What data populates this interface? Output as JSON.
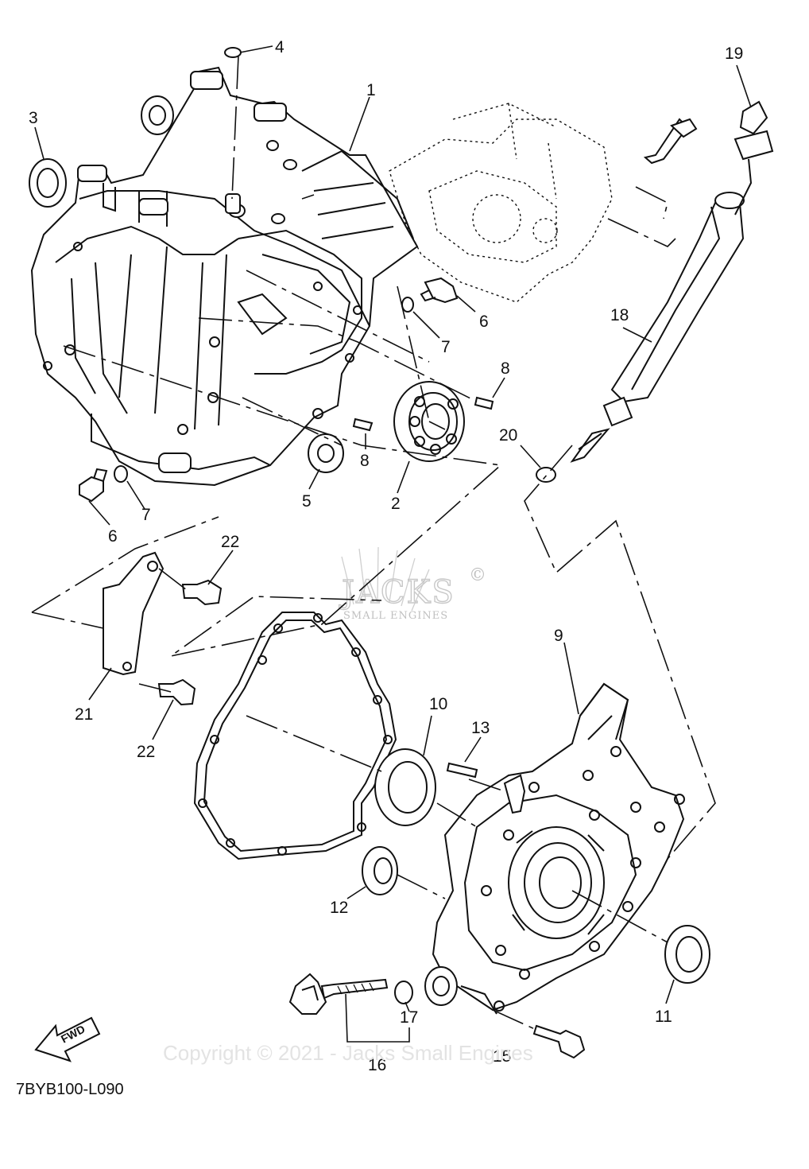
{
  "diagram": {
    "code": "7BYB100-L090",
    "copyright": "Copyright © 2021 - Jacks Small Engines",
    "watermark": {
      "brand": "JACKS",
      "sub": "SMALL ENGINES",
      "mark": "©"
    },
    "fwd": "FWD",
    "callouts": [
      "1",
      "2",
      "3",
      "4",
      "5",
      "6",
      "6",
      "7",
      "7",
      "8",
      "8",
      "9",
      "10",
      "11",
      "12",
      "13",
      "15",
      "16",
      "17",
      "18",
      "19",
      "20",
      "21",
      "22",
      "22"
    ],
    "parts": [
      "crankcase",
      "crankshaft-bearing",
      "oil-seal",
      "collar",
      "bearing",
      "bolt",
      "washer",
      "dowel-pin",
      "crankcase-cover",
      "oil-seal",
      "oil-seal",
      "bearing",
      "pin",
      "bolt",
      "dipstick",
      "o-ring",
      "oil-filler-tube",
      "dipstick-cap",
      "o-ring",
      "bracket",
      "bolt",
      "gasket",
      "cylinder-head"
    ]
  }
}
